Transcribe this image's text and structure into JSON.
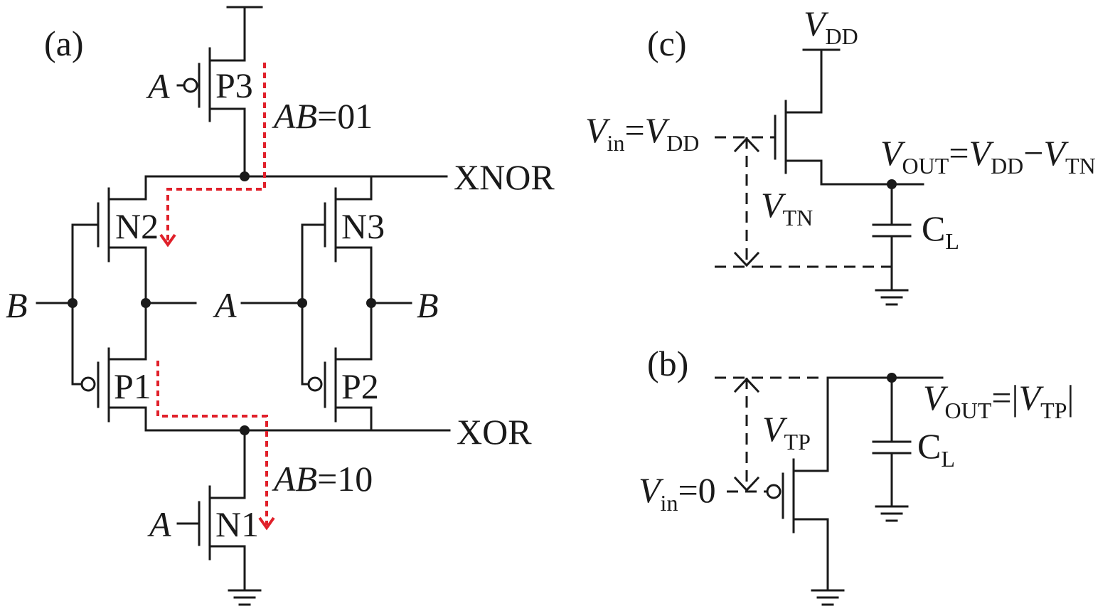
{
  "panels": {
    "a": "(a)",
    "b": "(b)",
    "c": "(c)"
  },
  "transistors": {
    "p1": "P1",
    "p2": "P2",
    "p3": "P3",
    "n1": "N1",
    "n2": "N2",
    "n3": "N3"
  },
  "signals": {
    "a": "A",
    "b": "B",
    "xnor": "XNOR",
    "xor": "XOR"
  },
  "paths": {
    "ab01_var": "AB",
    "ab01_val": "=01",
    "ab10_var": "AB",
    "ab10_val": "=10"
  },
  "panel_c": {
    "vdd_v": "V",
    "vdd_sub": "DD",
    "vin_v": "V",
    "vin_sub": "in",
    "vin_eq": "=",
    "vin_v2": "V",
    "vin_sub2": "DD",
    "vtn_v": "V",
    "vtn_sub": "TN",
    "vout_v": "V",
    "vout_sub": "OUT",
    "vout_eq": "=",
    "vout_v2": "V",
    "vout_sub2": "DD",
    "vout_minus": "−",
    "vout_v3": "V",
    "vout_sub3": "TN",
    "cl_c": "C",
    "cl_sub": "L"
  },
  "panel_b": {
    "vout_v": "V",
    "vout_sub": "OUT",
    "vout_eq": "=|",
    "vout_v2": "V",
    "vout_sub2": "TP",
    "vout_bar": "|",
    "vtp_v": "V",
    "vtp_sub": "TP",
    "vin_v": "V",
    "vin_sub": "in",
    "vin_eq": "=0",
    "cl_c": "C",
    "cl_sub": "L"
  },
  "colors": {
    "wire": "#1a1a1a",
    "current_path": "#e0202a"
  }
}
